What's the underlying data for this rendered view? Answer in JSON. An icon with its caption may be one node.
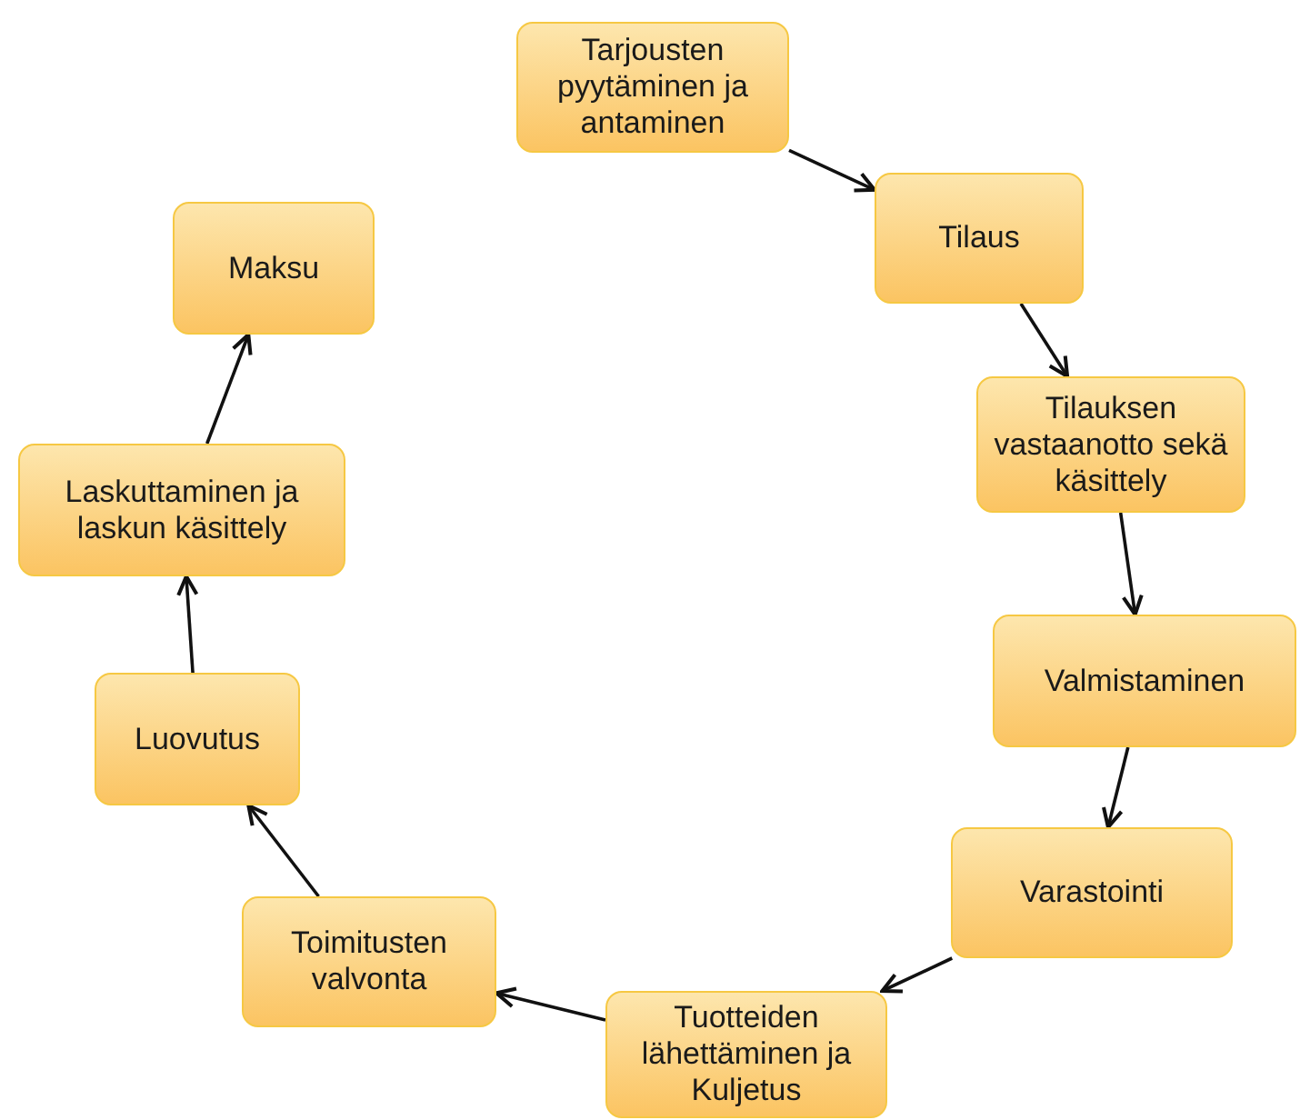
{
  "diagram": {
    "nodes": [
      {
        "text": [
          "Tarjousten pyytäminen ja antaminen"
        ]
      },
      {
        "text": [
          "Tilaus"
        ]
      },
      {
        "text": [
          "Tilauksen vastaanotto sekä käsittely"
        ]
      },
      {
        "text": [
          "Valmistaminen"
        ]
      },
      {
        "text": [
          "Varastointi"
        ]
      },
      {
        "text": [
          "Tuotteiden lähettäminen ja Kuljetus"
        ]
      },
      {
        "text": [
          "Toimitusten valvonta"
        ]
      },
      {
        "text": [
          "Luovutus"
        ]
      },
      {
        "text": [
          "Laskuttaminen ja laskun käsittely"
        ]
      },
      {
        "text": [
          "Maksu"
        ]
      }
    ],
    "edges": [
      {
        "from": 0,
        "to": 1,
        "arrow": "to"
      },
      {
        "from": 1,
        "to": 2,
        "arrow": "to"
      },
      {
        "from": 2,
        "to": 3,
        "arrow": "to"
      },
      {
        "from": 3,
        "to": 4,
        "arrow": "to"
      },
      {
        "from": 4,
        "to": 5,
        "arrow": "to"
      },
      {
        "from": 5,
        "to": 6,
        "arrow": "to"
      },
      {
        "from": 6,
        "to": 7,
        "arrow": "to"
      },
      {
        "from": 7,
        "to": 8,
        "arrow": "to"
      },
      {
        "from": 8,
        "to": 9,
        "arrow": "to"
      }
    ]
  }
}
